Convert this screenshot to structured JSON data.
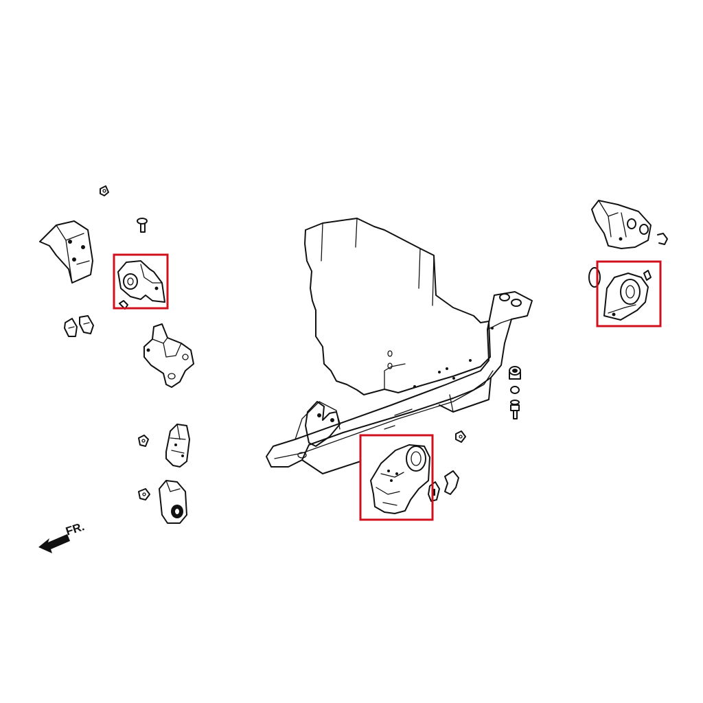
{
  "direction_label": "FR.",
  "highlight_color": "#d0101c",
  "line_color": "#111111",
  "background_color": "#ffffff",
  "highlighted_parts": [
    "left-engine-mount",
    "rear-transmission-mount",
    "right-engine-mount"
  ]
}
